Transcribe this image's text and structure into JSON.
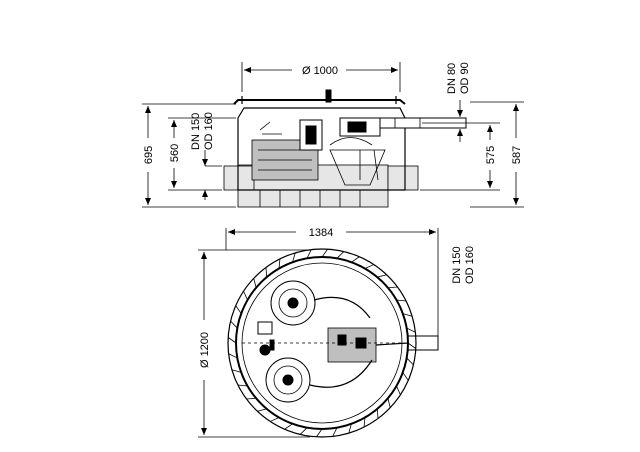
{
  "dimensions": {
    "diameter_top": "Ø 1000",
    "height_total": "695",
    "height_inlet": "560",
    "inlet_dn": "DN 150",
    "inlet_od": "OD 160",
    "outlet_dn": "DN 80",
    "outlet_od": "OD 90",
    "height_outlet": "575",
    "height_right": "587",
    "width_plan": "1384",
    "inlet_dn_right": "DN 150",
    "inlet_od_right": "OD 160",
    "diameter_plan": "Ø 1200"
  }
}
